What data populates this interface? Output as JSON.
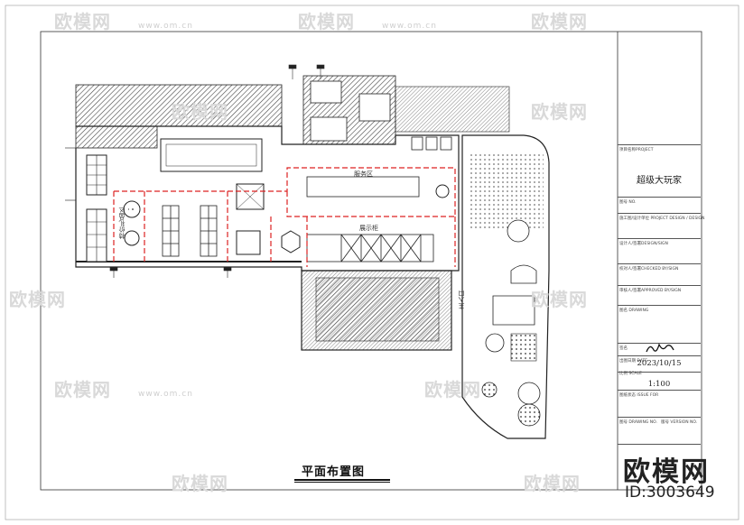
{
  "watermark": {
    "brand": "欧模网",
    "url": "www.om.cn"
  },
  "drawing": {
    "title": "平面布置图",
    "zone_labels": {
      "gift_area": "特价礼品区",
      "display_area": "展示柜",
      "service_area": "服务区",
      "entrance": "主入口"
    }
  },
  "title_block": {
    "project_label": "项目名称PROJECT",
    "project_name": "超级大玩家",
    "drawing_no_label": "图号 NO.",
    "design_unit_label": "施工图/设计单位 PROJECT DESIGN / DESIGN",
    "designer_label": "设计人/签署DESIGN/SIGN",
    "checker_label": "校对人/签署CHECKED BY/SIGN",
    "reviewer_label": "审核人/签署APPROVED BY/SIGN",
    "drawing_name_label": "图名 DRAWING",
    "sign_label": "签名",
    "date_label": "出图日期 DATE",
    "date": "2023/10/15",
    "scale_label": "比例 SCALE",
    "scale": "1:100",
    "issue_label": "图纸状态 ISSUE FOR",
    "sheet_label": "图号 DRAWING NO.",
    "version_label": "版号 VERSION NO."
  },
  "brand_footer": {
    "name": "欧模网",
    "id": "ID:3003649"
  }
}
